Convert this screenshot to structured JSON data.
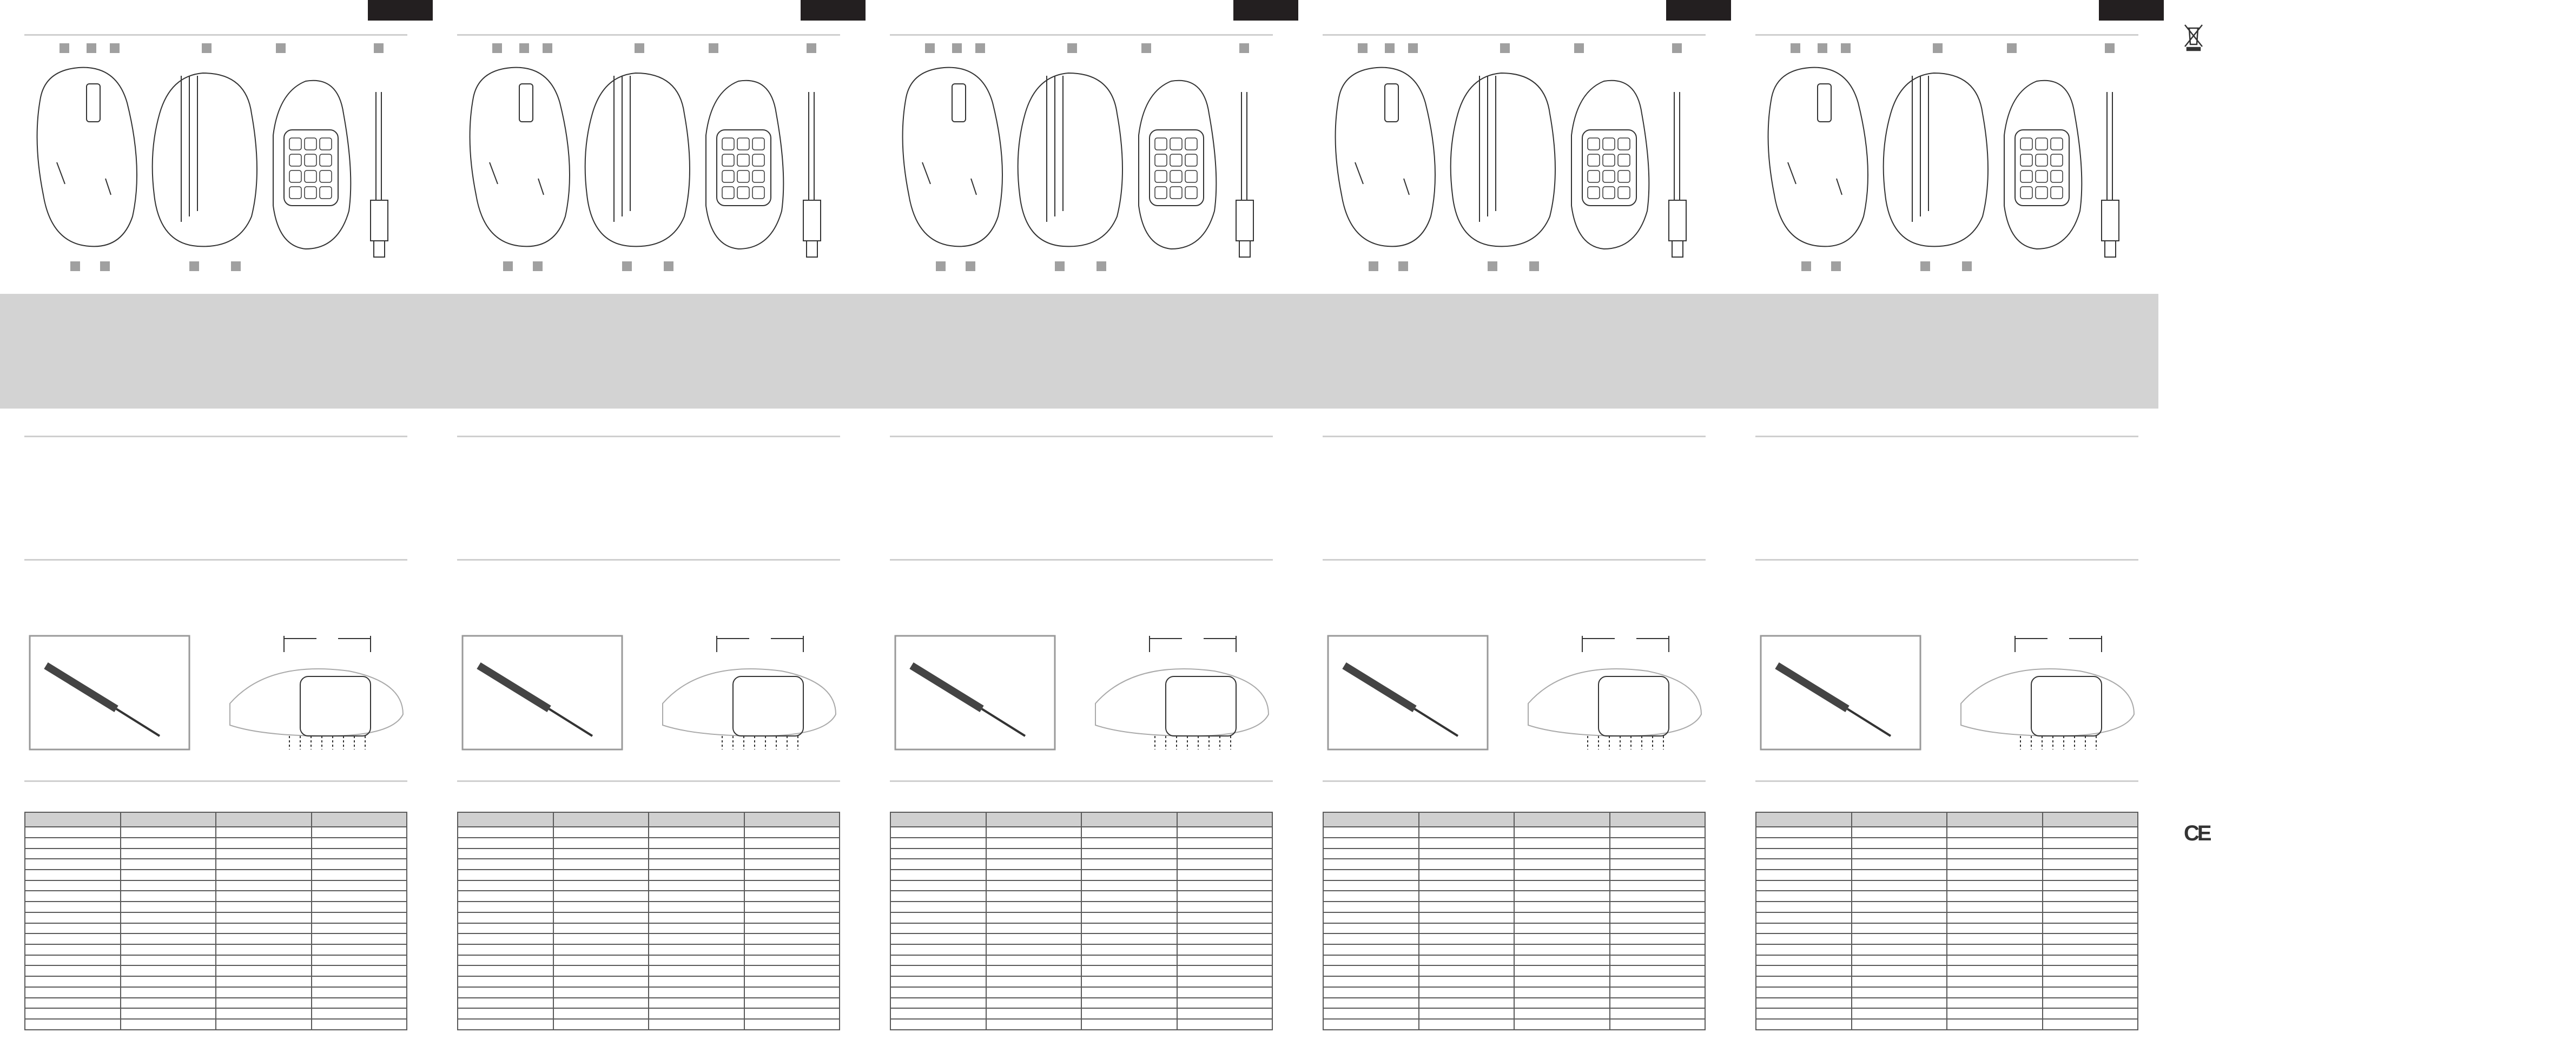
{
  "document": {
    "panel_count": 5,
    "accent_color": "#231f20",
    "band_color": "#d3d3d3",
    "rule_color": "#cfcfcf",
    "table_border_color": "#5a5a5a",
    "table_header_color": "#d0d0d0",
    "ce_mark": "CE",
    "icons": [
      "mouse-top-icon",
      "mouse-side-icon",
      "keypad-side-icon",
      "usb-cable-icon",
      "weee-bin-icon",
      "ce-mark-icon"
    ],
    "table_rows": 20
  }
}
